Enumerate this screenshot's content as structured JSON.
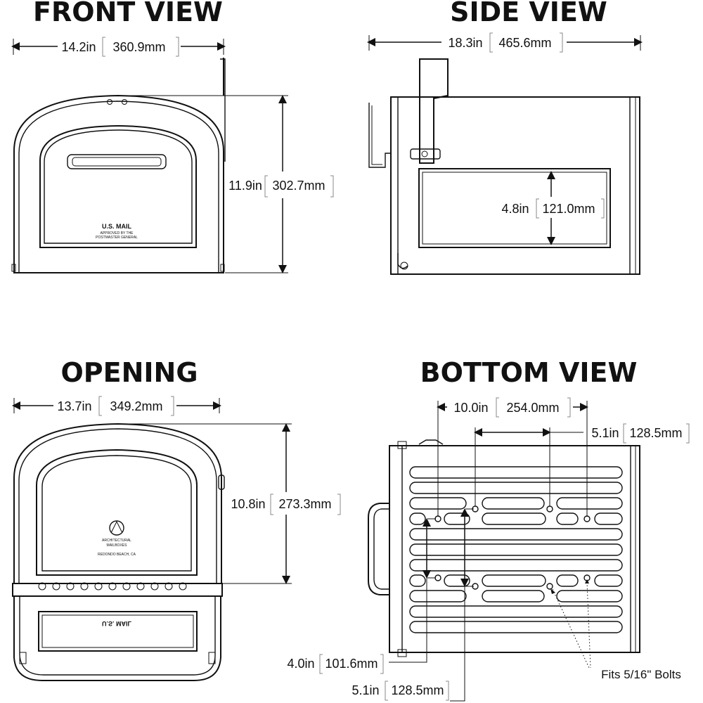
{
  "views": {
    "front": {
      "title": "FRONT VIEW",
      "width_in": "14.2in",
      "width_mm": "360.9mm",
      "height_in": "11.9in",
      "height_mm": "302.7mm",
      "door_label": "U.S. MAIL",
      "door_small_line1": "APPROVED BY THE",
      "door_small_line2": "POSTMASTER GENERAL"
    },
    "side": {
      "title": "SIDE VIEW",
      "width_in": "18.3in",
      "width_mm": "465.6mm",
      "height_in": "4.8in",
      "height_mm": "121.0mm"
    },
    "opening": {
      "title": "OPENING",
      "width_in": "13.7in",
      "width_mm": "349.2mm",
      "height_in": "10.8in",
      "height_mm": "273.3mm",
      "plate_line1": "ARCHITECTURAL",
      "plate_line2": "MAILBOXES",
      "plate_line3": "REDONDO BEACH, CA",
      "mirror_label": "U.S. MAIL"
    },
    "bottom": {
      "title": "BOTTOM VIEW",
      "spacing_a_in": "10.0in",
      "spacing_a_mm": "254.0mm",
      "spacing_b_in": "5.1in",
      "spacing_b_mm": "128.5mm",
      "spacing_c_in": "4.0in",
      "spacing_c_mm": "101.6mm",
      "spacing_d_in": "5.1in",
      "spacing_d_mm": "128.5mm",
      "bolts_note": "Fits 5/16\" Bolts"
    }
  }
}
